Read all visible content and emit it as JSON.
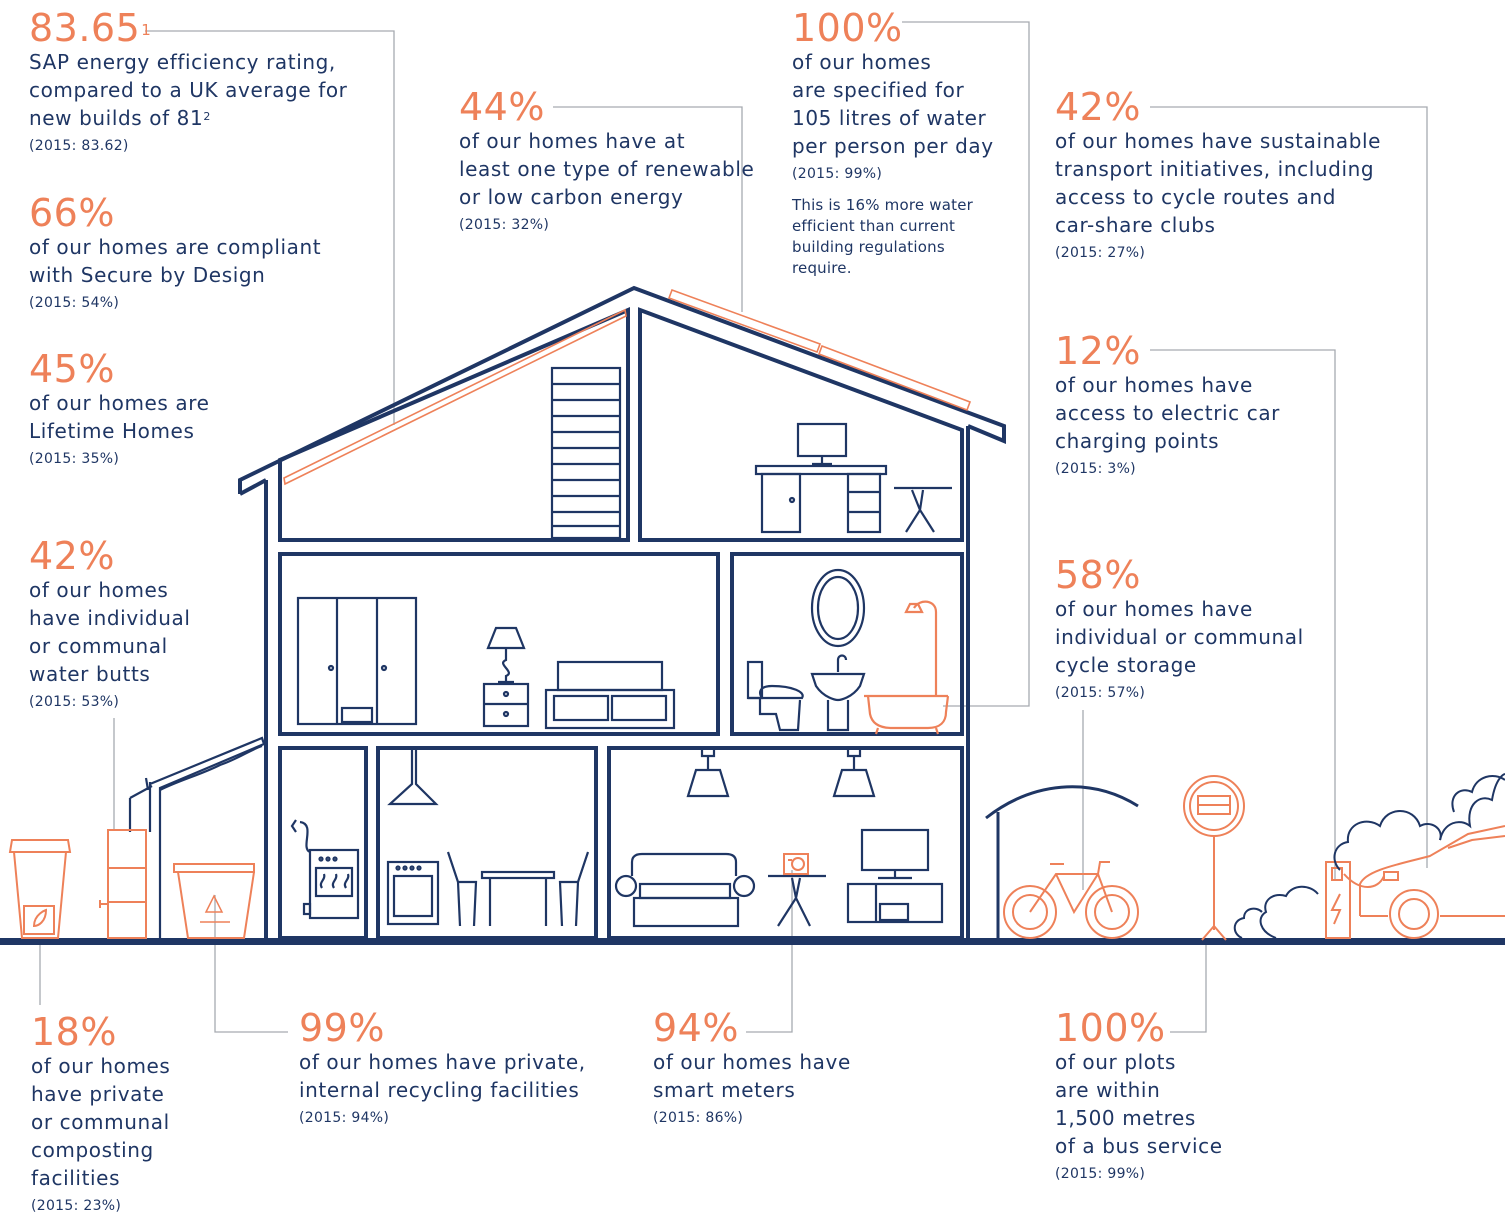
{
  "colors": {
    "navy": "#1f3664",
    "orange": "#ee8159",
    "grey": "#a6aab0"
  },
  "stats": {
    "sap": {
      "value": "83.65",
      "sup": "1",
      "desc_l1": "SAP energy efficiency rating,",
      "desc_l2": "compared to a UK average for",
      "desc_l3": "new builds of 81",
      "desc_sup": "2",
      "prev": "(2015: 83.62)"
    },
    "secure": {
      "value": "66%",
      "desc_l1": "of our homes are compliant",
      "desc_l2": "with Secure by Design",
      "prev": "(2015: 54%)"
    },
    "lifetime": {
      "value": "45%",
      "desc_l1": "of our homes are",
      "desc_l2": "Lifetime Homes",
      "prev": "(2015: 35%)"
    },
    "water_butts": {
      "value": "42%",
      "desc_l1": "of our homes",
      "desc_l2": "have individual",
      "desc_l3": "or communal",
      "desc_l4": "water butts",
      "prev": "(2015: 53%)"
    },
    "renewable": {
      "value": "44%",
      "desc_l1": "of our homes have at",
      "desc_l2": "least one type of renewable",
      "desc_l3": "or low carbon energy",
      "prev": "(2015: 32%)"
    },
    "water_litres": {
      "value": "100%",
      "desc_l1": "of our homes",
      "desc_l2": "are specified for",
      "desc_l3": "105 litres of water",
      "desc_l4": "per person per day",
      "prev": "(2015: 99%)",
      "note_l1": "This is 16% more water",
      "note_l2": "efficient than current",
      "note_l3": "building regulations",
      "note_l4": "require."
    },
    "transport": {
      "value": "42%",
      "desc_l1": "of our homes have sustainable",
      "desc_l2": "transport initiatives, including",
      "desc_l3": "access to cycle routes and",
      "desc_l4": "car-share clubs",
      "prev": "(2015: 27%)"
    },
    "electric": {
      "value": "12%",
      "desc_l1": "of our homes have",
      "desc_l2": "access to electric car",
      "desc_l3": "charging points",
      "prev": "(2015: 3%)"
    },
    "cycle": {
      "value": "58%",
      "desc_l1": "of our homes have",
      "desc_l2": "individual or communal",
      "desc_l3": "cycle storage",
      "prev": "(2015: 57%)"
    },
    "compost": {
      "value": "18%",
      "desc_l1": "of our homes",
      "desc_l2": "have private",
      "desc_l3": "or communal",
      "desc_l4": "composting",
      "desc_l5": "facilities",
      "prev": "(2015: 23%)"
    },
    "recycling": {
      "value": "99%",
      "desc_l1": "of our homes have private,",
      "desc_l2": "internal recycling facilities",
      "prev": "(2015: 94%)"
    },
    "smart": {
      "value": "94%",
      "desc_l1": "of our homes have",
      "desc_l2": "smart meters",
      "prev": "(2015: 86%)"
    },
    "bus": {
      "value": "100%",
      "desc_l1": "of our plots",
      "desc_l2": "are within",
      "desc_l3": "1,500 metres",
      "desc_l4": "of a bus service",
      "prev": "(2015: 99%)"
    }
  }
}
